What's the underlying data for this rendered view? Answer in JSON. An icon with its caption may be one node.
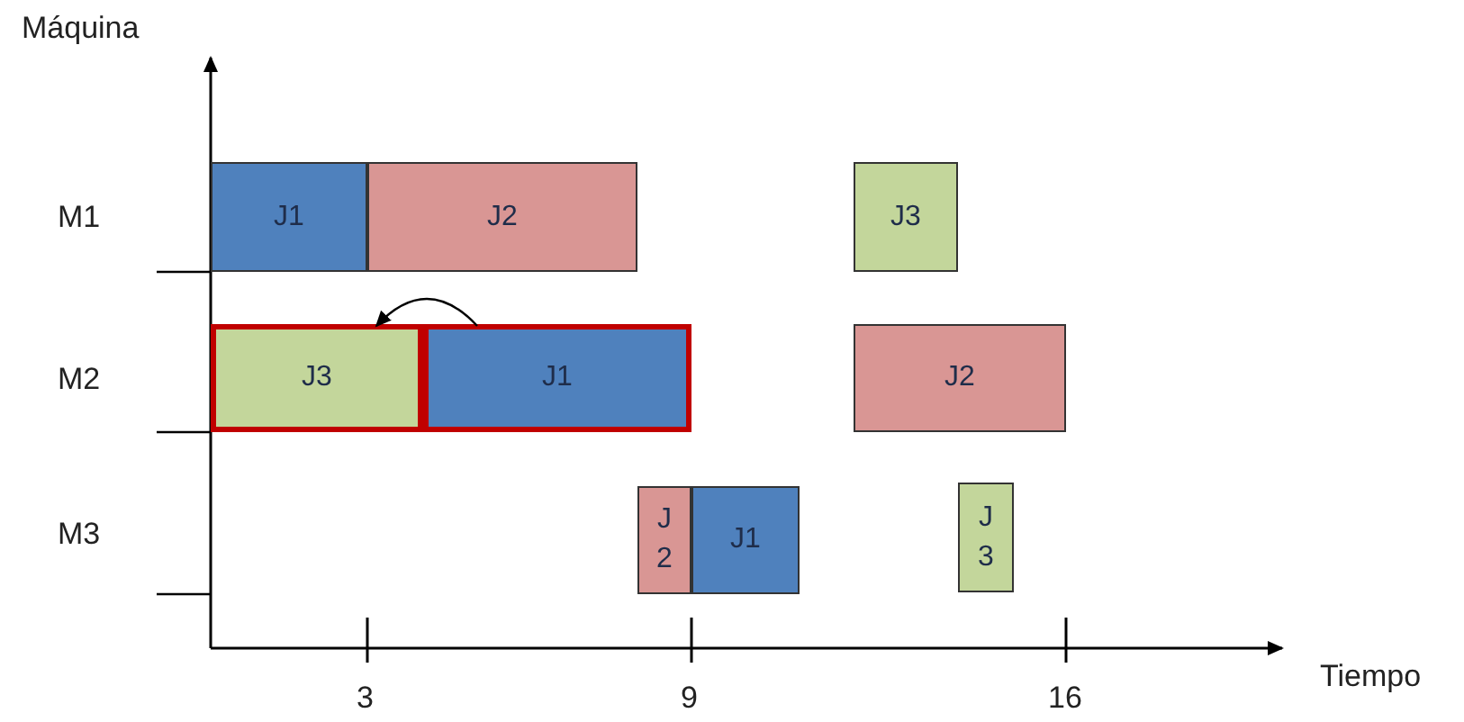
{
  "diagram": {
    "nodes": [
      {
        "text": [
          "J1"
        ]
      },
      {
        "text": [
          "J2"
        ]
      },
      {
        "text": [
          "J3"
        ]
      },
      {
        "text": [
          "J3"
        ]
      },
      {
        "text": [
          "J1"
        ]
      },
      {
        "text": [
          "J2"
        ]
      },
      {
        "text": [
          "J 2"
        ]
      },
      {
        "text": [
          "J1"
        ]
      },
      {
        "text": [
          "J 3"
        ]
      }
    ],
    "edges": [
      {
        "from": 4,
        "to": 3,
        "arrow": "to"
      }
    ],
    "labels": [
      "Máquina",
      "M1",
      "M2",
      "M3",
      "3",
      "9",
      "16",
      "Tiempo"
    ]
  }
}
